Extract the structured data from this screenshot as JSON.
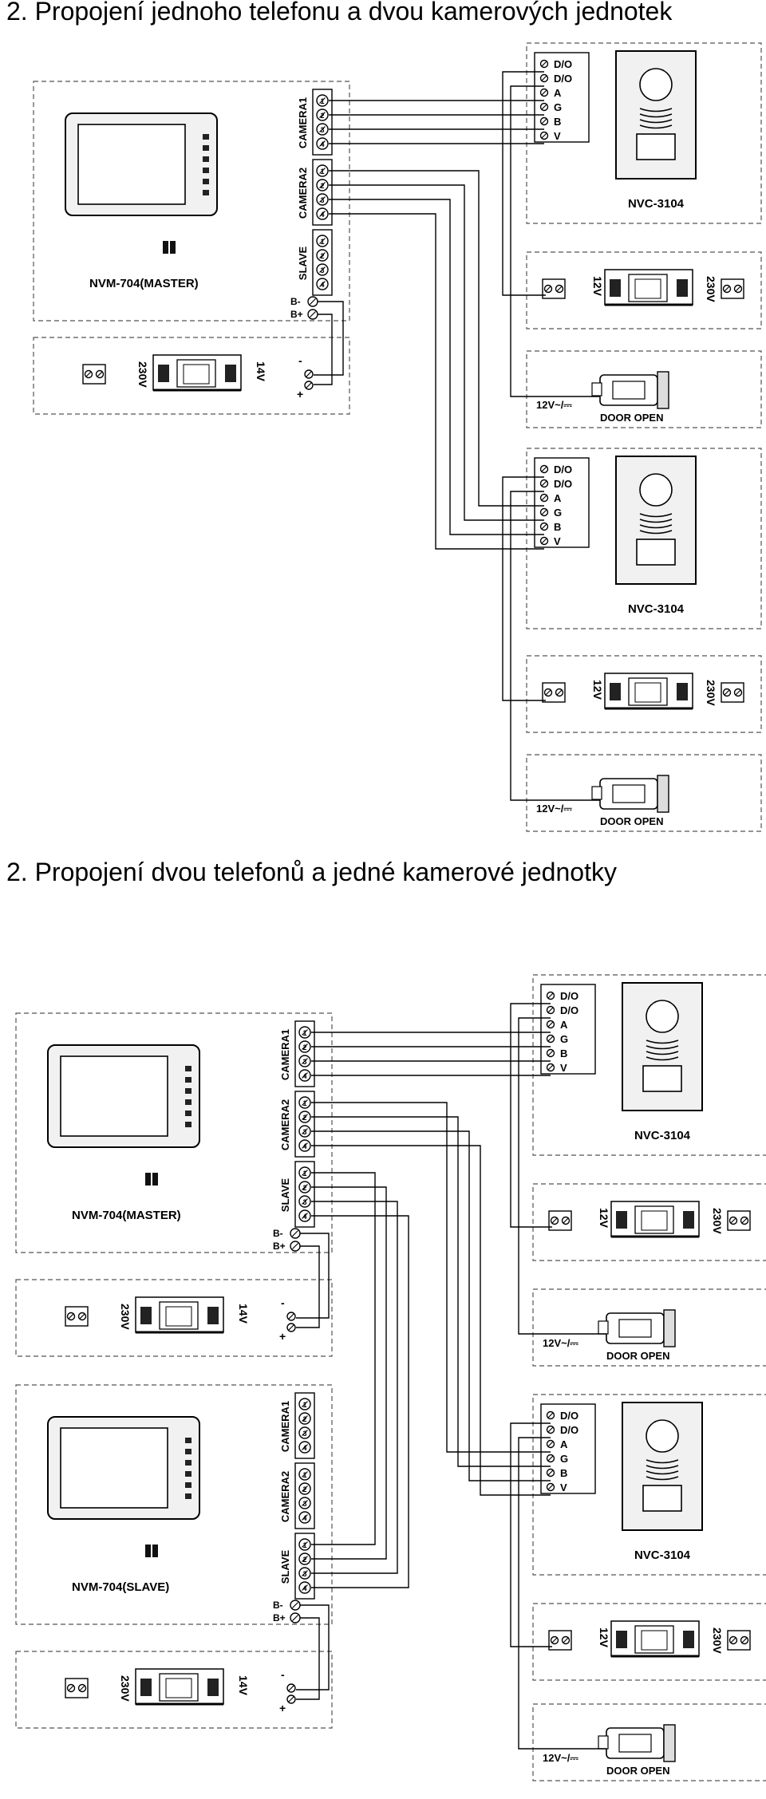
{
  "sections": [
    {
      "title": "2. Propojení jednoho telefonu a dvou kamerových jednotek",
      "monitors": [
        {
          "model": "NVM-704(MASTER)"
        }
      ],
      "cameras": [
        {
          "model": "NVC-3104"
        },
        {
          "model": "NVC-3104"
        }
      ]
    },
    {
      "title": "2. Propojení dvou telefonů a jedné kamerové jednotky",
      "monitors": [
        {
          "model": "NVM-704(MASTER)"
        },
        {
          "model": "NVM-704(SLAVE)"
        }
      ],
      "cameras": [
        {
          "model": "NVC-3104"
        },
        {
          "model": "NVC-3104"
        }
      ]
    }
  ],
  "labels": {
    "camera1": "CAMERA1",
    "camera2": "CAMERA2",
    "slave": "SLAVE",
    "b_minus": "B-",
    "b_plus": "B+",
    "v230": "230V",
    "v14": "14V",
    "v12": "12V",
    "minus": "-",
    "plus": "+",
    "lock_voltage": "12V~/⎓",
    "door_open": "DOOR OPEN",
    "terminal_numbers": [
      "1",
      "2",
      "3",
      "4"
    ],
    "camera_terminals": [
      "D/O",
      "D/O",
      "A",
      "G",
      "B",
      "V"
    ]
  },
  "colors": {
    "line": "#000000",
    "dash": "#555555",
    "panel_fill": "#f1f1f1",
    "screen_fill": "#ffffff"
  }
}
